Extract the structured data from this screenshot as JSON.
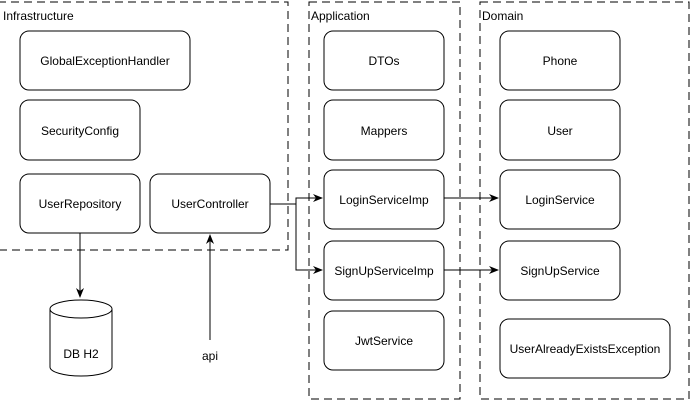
{
  "groups": {
    "infrastructure": "Infrastructure",
    "application": "Application",
    "domain": "Domain"
  },
  "infrastructure": {
    "global_exception_handler": "GlobalExceptionHandler",
    "security_config": "SecurityConfig",
    "user_repository": "UserRepository",
    "user_controller": "UserController"
  },
  "application": {
    "dtos": "DTOs",
    "mappers": "Mappers",
    "login_service_imp": "LoginServiceImp",
    "signup_service_imp": "SignUpServiceImp",
    "jwt_service": "JwtService"
  },
  "domain": {
    "phone": "Phone",
    "user": "User",
    "login_service": "LoginService",
    "signup_service": "SignUpService",
    "user_already_exists_exception": "UserAlreadyExistsException"
  },
  "external": {
    "database": "DB H2",
    "api": "api"
  }
}
